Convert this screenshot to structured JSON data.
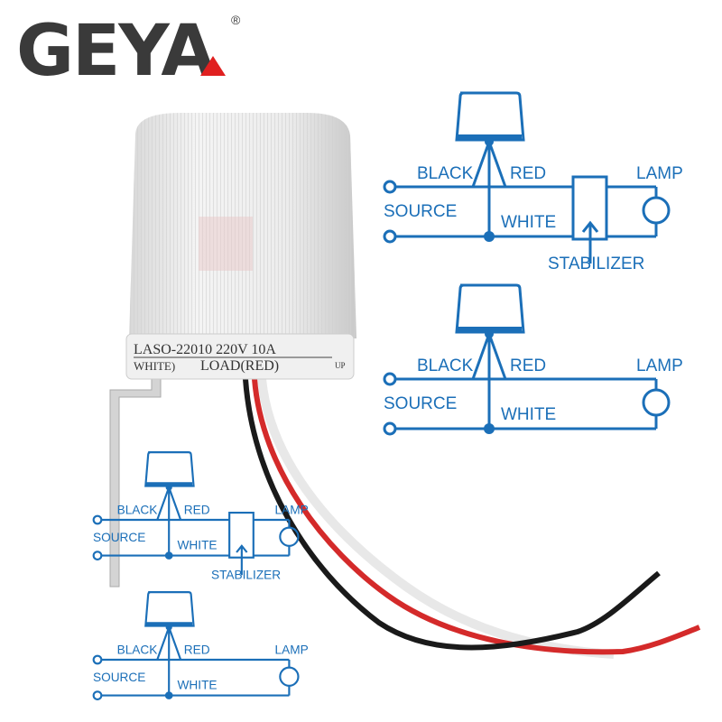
{
  "brand": {
    "logo_text": "GEYA",
    "registered_mark": "®",
    "accent_color": "#e02020",
    "logo_color": "#3a3a3a"
  },
  "product": {
    "label_line1": "LASO-22010 220V 10A",
    "label_line2_left": "WHITE)",
    "label_line2_right": "LOAD(RED)",
    "up_marker": "UP",
    "wire_colors": [
      "#1a1a1a",
      "#d42a2a",
      "#f2f2f2"
    ]
  },
  "diagram_color": "#1b6fb8",
  "diagrams": [
    {
      "black": "BLACK",
      "red": "RED",
      "lamp": "LAMP",
      "source": "SOURCE",
      "white": "WHITE",
      "stabilizer": "STABILIZER",
      "has_stabilizer": true
    },
    {
      "black": "BLACK",
      "red": "RED",
      "lamp": "LAMP",
      "source": "SOURCE",
      "white": "WHITE",
      "has_stabilizer": false
    },
    {
      "black": "BLACK",
      "red": "RED",
      "lamp": "LAMP",
      "source": "SOURCE",
      "white": "WHITE",
      "stabilizer": "STABILIZER",
      "has_stabilizer": true
    },
    {
      "black": "BLACK",
      "red": "RED",
      "lamp": "LAMP",
      "source": "SOURCE",
      "white": "WHITE",
      "has_stabilizer": false
    }
  ]
}
